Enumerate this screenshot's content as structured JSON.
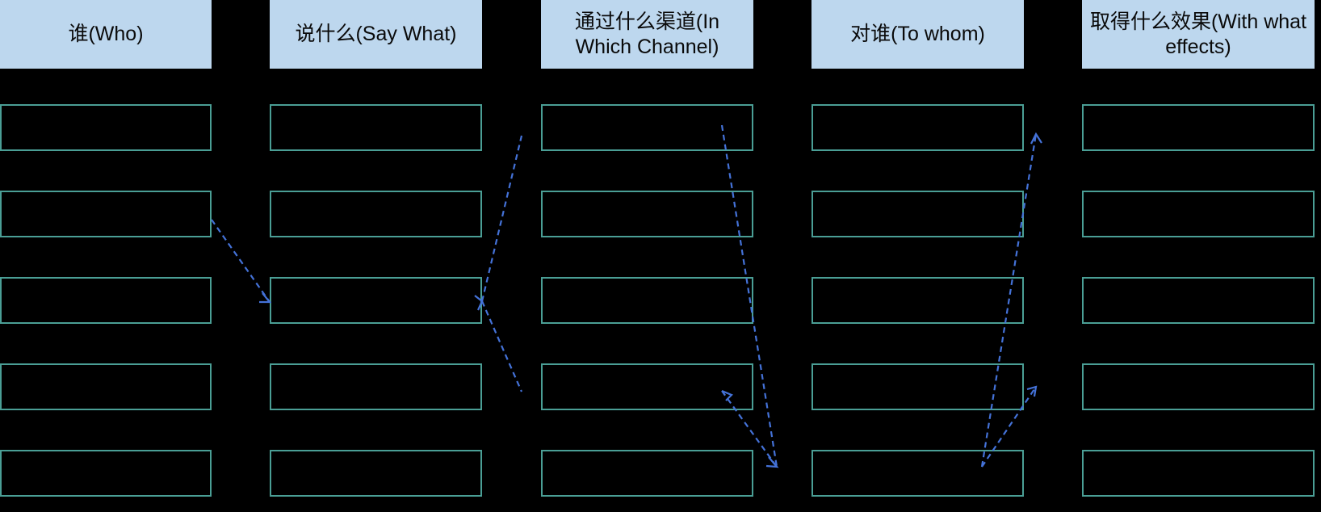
{
  "diagram": {
    "title": "Lasswell 5W Communication Model Grid",
    "colors": {
      "background": "#000000",
      "header_fill": "#bdd7ee",
      "header_text": "#0a0a0a",
      "cell_border": "#4a9e95",
      "connector": "#4472d8"
    },
    "columns": [
      {
        "id": "who",
        "label": "谁(Who)"
      },
      {
        "id": "say-what",
        "label": "说什么(Say What)"
      },
      {
        "id": "in-which-channel",
        "label": "通过什么渠道(In Which Channel)"
      },
      {
        "id": "to-whom",
        "label": "对谁(To whom)"
      },
      {
        "id": "with-what-effects",
        "label": "取得什么效果(With what effects)"
      }
    ],
    "grid": {
      "row_count": 5,
      "column_count": 5,
      "cells": [
        [
          "",
          "",
          "",
          "",
          ""
        ],
        [
          "",
          "",
          "",
          "",
          ""
        ],
        [
          "",
          "",
          "",
          "",
          ""
        ],
        [
          "",
          "",
          "",
          "",
          ""
        ],
        [
          "",
          "",
          "",
          "",
          ""
        ]
      ]
    },
    "connectors": [
      {
        "id": "who-r2-to-saywhat-r3",
        "style": "dashed",
        "arrow": "end"
      },
      {
        "id": "saywhat-r3-to-channel-r1",
        "style": "dashed",
        "arrow": "end"
      },
      {
        "id": "saywhat-r3-to-channel-r4",
        "style": "dashed",
        "arrow": "start"
      },
      {
        "id": "channel-r1-to-towhom-r5",
        "style": "dashed",
        "arrow": "end"
      },
      {
        "id": "channel-r4-to-towhom-r5",
        "style": "dashed",
        "arrow": "start"
      },
      {
        "id": "towhom-r5-to-effects-r1",
        "style": "dashed",
        "arrow": "end"
      },
      {
        "id": "towhom-r5-to-effects-r4",
        "style": "dashed",
        "arrow": "end"
      }
    ]
  }
}
